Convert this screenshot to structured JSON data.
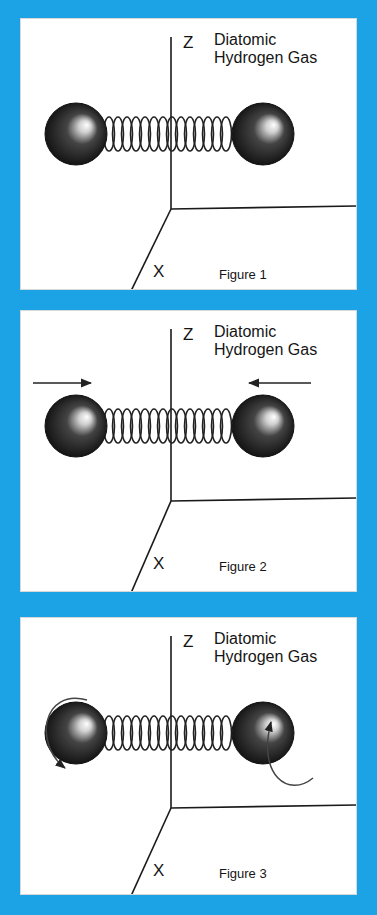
{
  "diagram": {
    "labels": [
      "Z",
      "Diatomic Hydrogen Gas",
      "X",
      "Figure 1",
      "Z",
      "Diatomic Hydrogen Gas",
      "X",
      "Figure 2",
      "Z",
      "Diatomic Hydrogen Gas",
      "X",
      "Figure 3"
    ]
  }
}
